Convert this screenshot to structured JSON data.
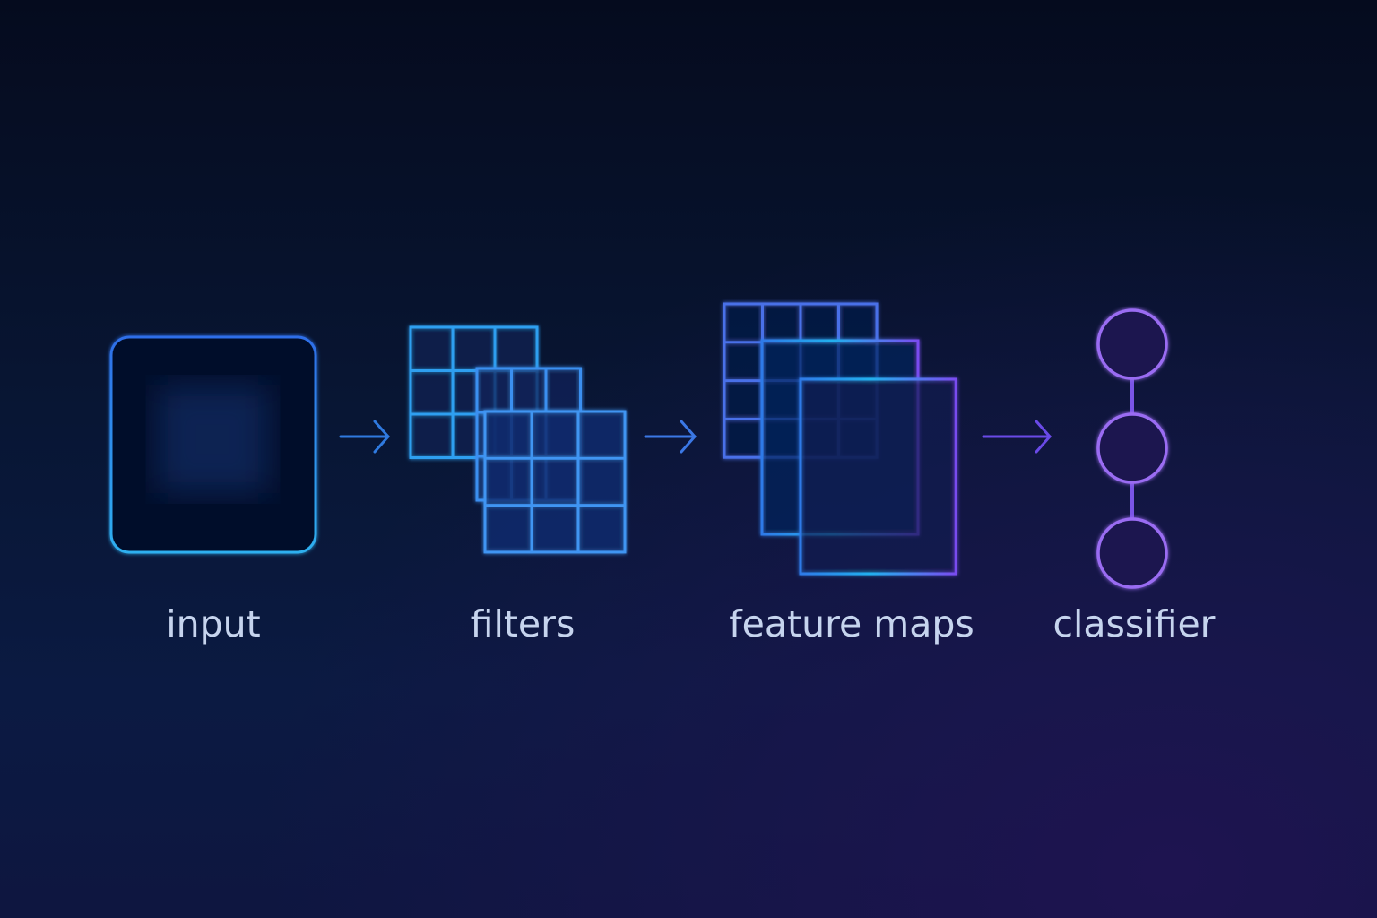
{
  "stages": [
    {
      "id": "input",
      "label": "input"
    },
    {
      "id": "filters",
      "label": "filters"
    },
    {
      "id": "feature-maps",
      "label": "feature maps"
    },
    {
      "id": "classifier",
      "label": "classifier"
    }
  ],
  "colors": {
    "blue": "#3aa3f0",
    "violet": "#8a5cf0",
    "text": "#c6d4ee",
    "background": "#081634"
  }
}
